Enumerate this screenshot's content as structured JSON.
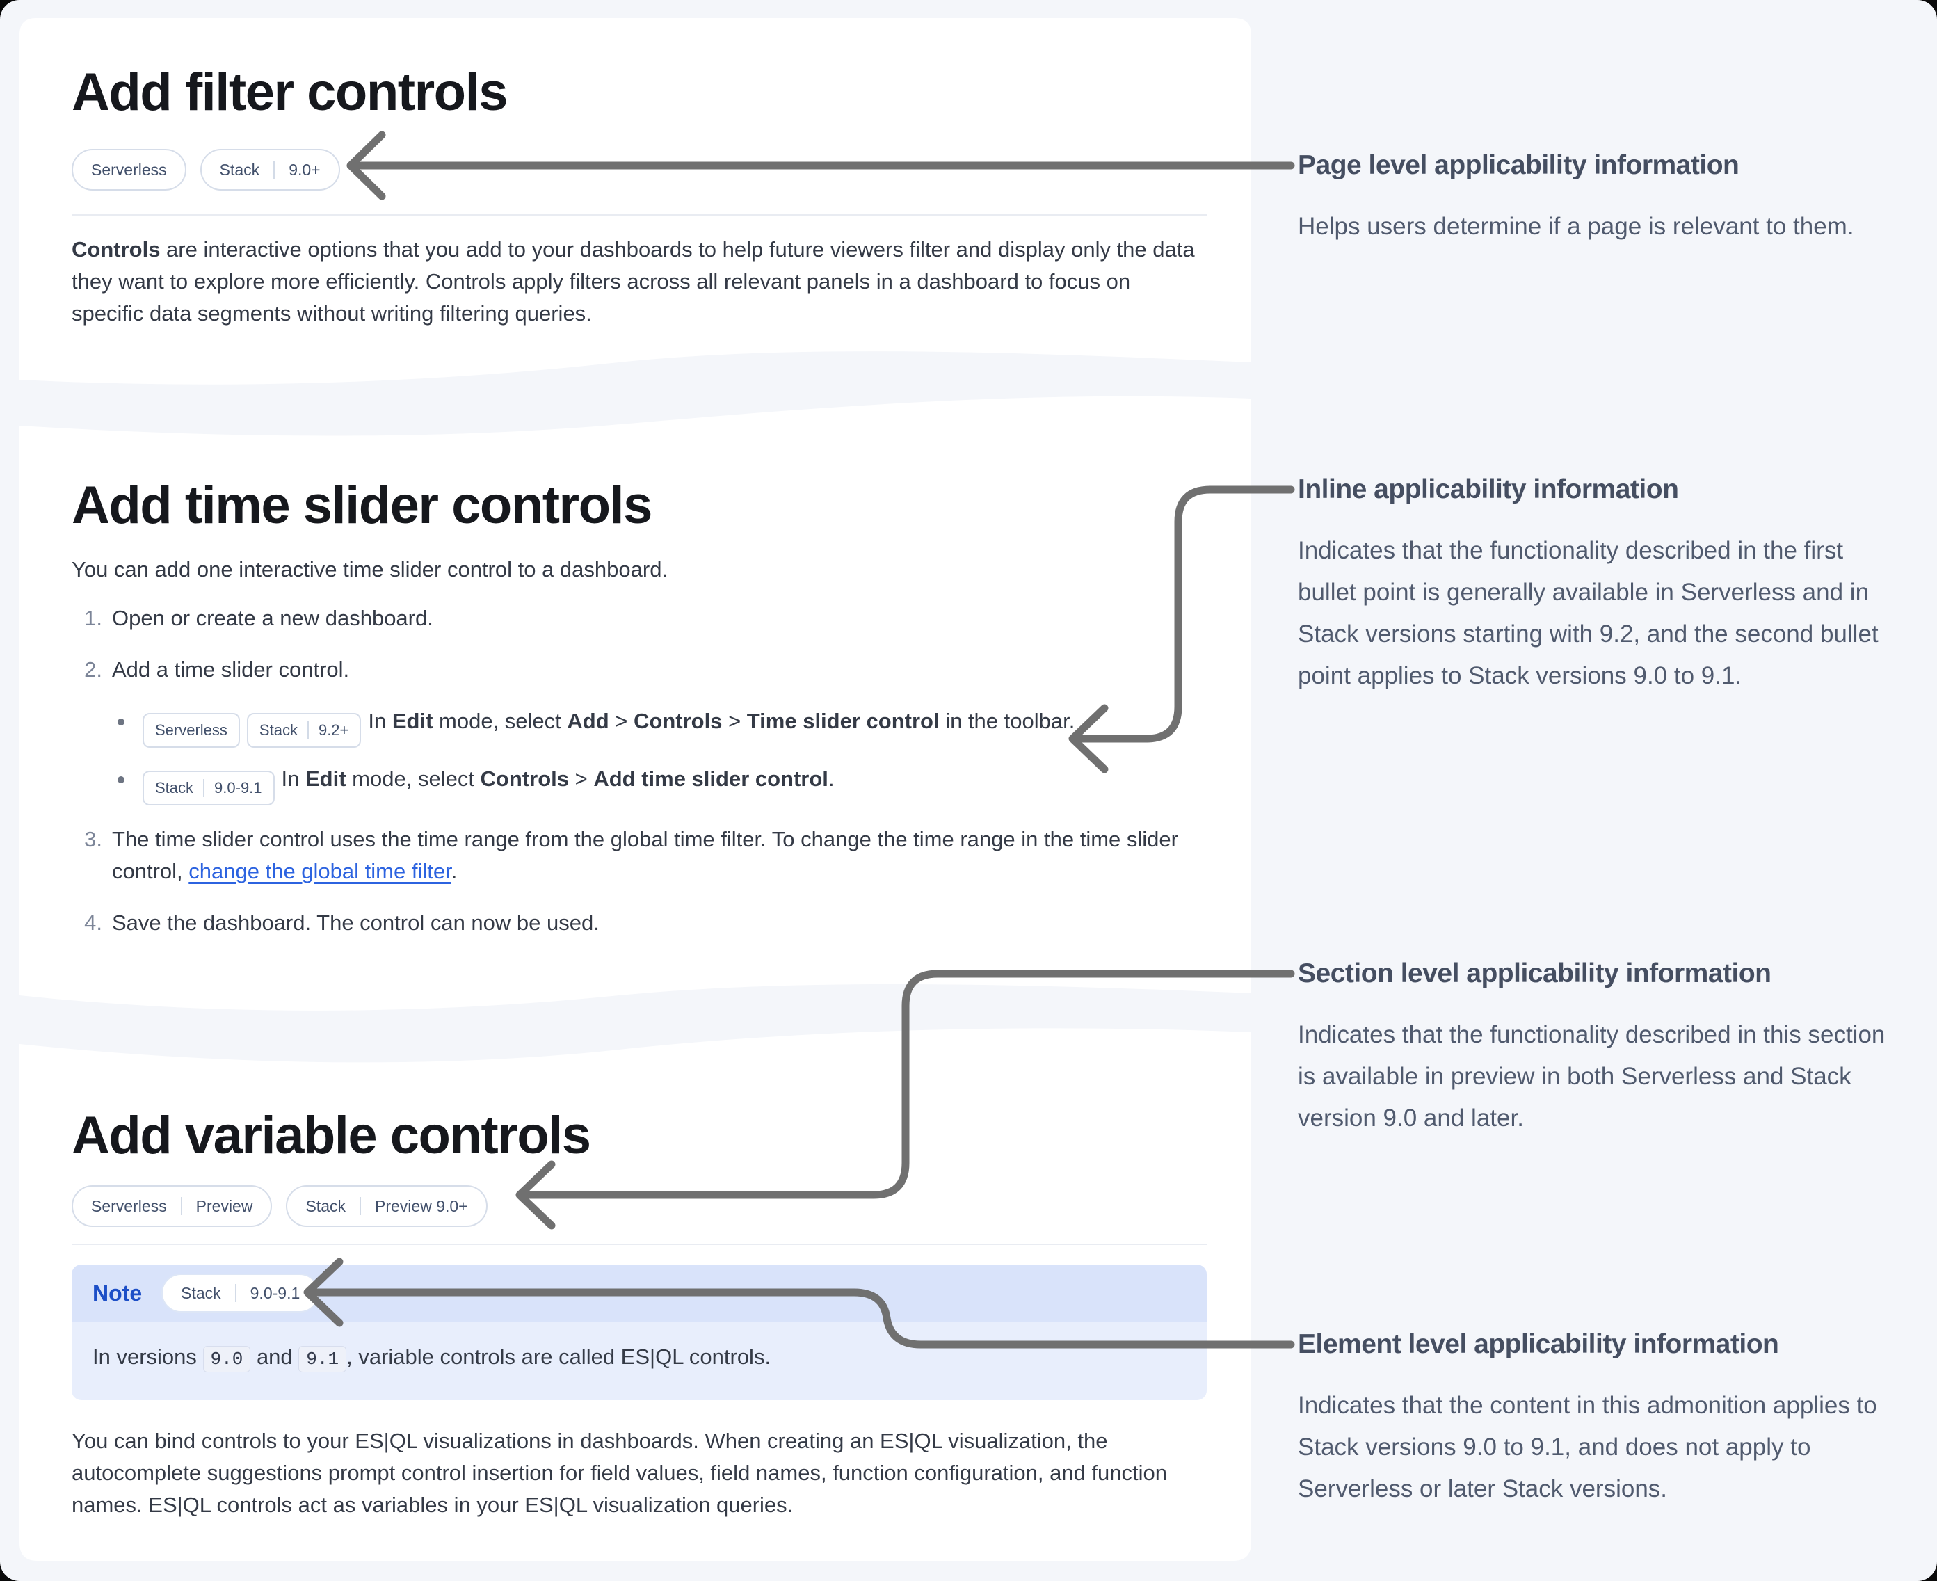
{
  "colors": {
    "page_background": "#f4f6fa",
    "card_background": "#ffffff",
    "heading_text": "#16181d",
    "body_text": "#343a46",
    "badge_text": "#42506b",
    "badge_border": "#d6dde9",
    "link": "#2c63e0",
    "note_label": "#1d4fc7",
    "note_header_bg": "#d9e3fa",
    "note_body_bg": "#e8eefc",
    "annotation_text": "#505a6e",
    "arrow": "#707070"
  },
  "card_filter": {
    "title": "Add filter controls",
    "badges": {
      "serverless": {
        "parts": [
          "Serverless"
        ]
      },
      "stack": {
        "parts": [
          "Stack",
          "9.0+"
        ]
      }
    },
    "intro": [
      {
        "t": "Controls",
        "b": 1
      },
      {
        "t": " are interactive options that you add to your dashboards to help future viewers filter and display only the data they want to explore more efficiently. Controls apply filters across all relevant panels in a dashboard to focus on specific data segments without writing filtering queries."
      }
    ]
  },
  "card_time_slider": {
    "title": "Add time slider controls",
    "intro": "You can add one interactive time slider control to a dashboard.",
    "steps": {
      "one": {
        "marker": "1.",
        "text": "Open or create a new dashboard."
      },
      "two": {
        "marker": "2.",
        "text": "Add a time slider control.",
        "bullets": {
          "first": {
            "badge_serverless": {
              "parts": [
                "Serverless"
              ]
            },
            "badge_stack": {
              "parts": [
                "Stack",
                "9.2+"
              ]
            },
            "rich": [
              {
                "t": "In "
              },
              {
                "t": "Edit",
                "b": 1
              },
              {
                "t": " mode, select "
              },
              {
                "t": "Add",
                "b": 1
              },
              {
                "t": " > "
              },
              {
                "t": "Controls",
                "b": 1
              },
              {
                "t": " > "
              },
              {
                "t": "Time slider control",
                "b": 1
              },
              {
                "t": " in the toolbar."
              }
            ]
          },
          "second": {
            "badge_stack": {
              "parts": [
                "Stack",
                "9.0-9.1"
              ]
            },
            "rich": [
              {
                "t": "In "
              },
              {
                "t": "Edit",
                "b": 1
              },
              {
                "t": " mode, select "
              },
              {
                "t": "Controls",
                "b": 1
              },
              {
                "t": " > "
              },
              {
                "t": "Add time slider control",
                "b": 1
              },
              {
                "t": "."
              }
            ]
          }
        }
      },
      "three": {
        "marker": "3.",
        "rich": [
          {
            "t": "The time slider control uses the time range from the global time filter. To change the time range in the time slider control, "
          },
          {
            "t": "change the global time filter",
            "link": 1,
            "name": "global-time-filter-link"
          },
          {
            "t": "."
          }
        ]
      },
      "four": {
        "marker": "4.",
        "text": "Save the dashboard. The control can now be used."
      }
    }
  },
  "card_variable": {
    "title": "Add variable controls",
    "badges": {
      "serverless": {
        "parts": [
          "Serverless",
          "Preview"
        ]
      },
      "stack": {
        "parts": [
          "Stack",
          "Preview 9.0+"
        ]
      }
    },
    "note": {
      "label": "Note",
      "badge": {
        "parts": [
          "Stack",
          "9.0-9.1"
        ]
      },
      "rich": [
        {
          "t": "In versions "
        },
        {
          "t": "9.0",
          "code": 1,
          "name": "version-code-chip"
        },
        {
          "t": " and "
        },
        {
          "t": "9.1",
          "code": 1,
          "name": "version-code-chip"
        },
        {
          "t": ", variable controls are called ES|QL controls."
        }
      ]
    },
    "body": "You can bind controls to your ES|QL visualizations in dashboards. When creating an ES|QL visualization, the autocomplete suggestions prompt control insertion for field values, field names, function configuration, and function names. ES|QL controls act as variables in your ES|QL visualization queries."
  },
  "annotations": {
    "page_level": {
      "title": "Page level applicability information",
      "body": "Helps users determine if a page is relevant to them."
    },
    "inline_level": {
      "title": "Inline applicability information",
      "body": "Indicates that the functionality described in the first bullet point is generally available in Serverless and in Stack versions starting with 9.2, and the second bullet point applies to Stack versions 9.0 to 9.1."
    },
    "section_level": {
      "title": "Section level applicability information",
      "body": "Indicates that the functionality described in this section is available in preview in both Serverless and Stack version 9.0 and later."
    },
    "element_level": {
      "title": "Element level applicability information",
      "body": "Indicates that the content in this admonition applies to Stack versions 9.0 to 9.1, and does not apply to Serverless or later Stack versions."
    }
  }
}
